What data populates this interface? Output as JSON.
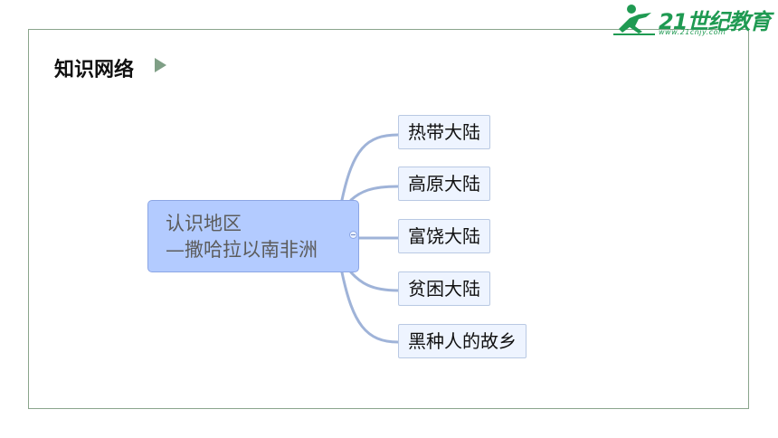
{
  "header": {
    "logo_text": "21世纪教育",
    "logo_url": "www.21cnjy.com",
    "logo_color": "#1f9a52"
  },
  "title": "知识网络",
  "mindmap": {
    "root": {
      "line1": "认识地区",
      "line2": "—撒哈拉以南非洲"
    },
    "children": [
      "热带大陆",
      "高原大陆",
      "富饶大陆",
      "贫困大陆",
      "黑种人的故乡"
    ],
    "colors": {
      "root_fill": "#b3cbff",
      "child_fill": "#eef4ff",
      "link": "#9fb3d8"
    }
  }
}
